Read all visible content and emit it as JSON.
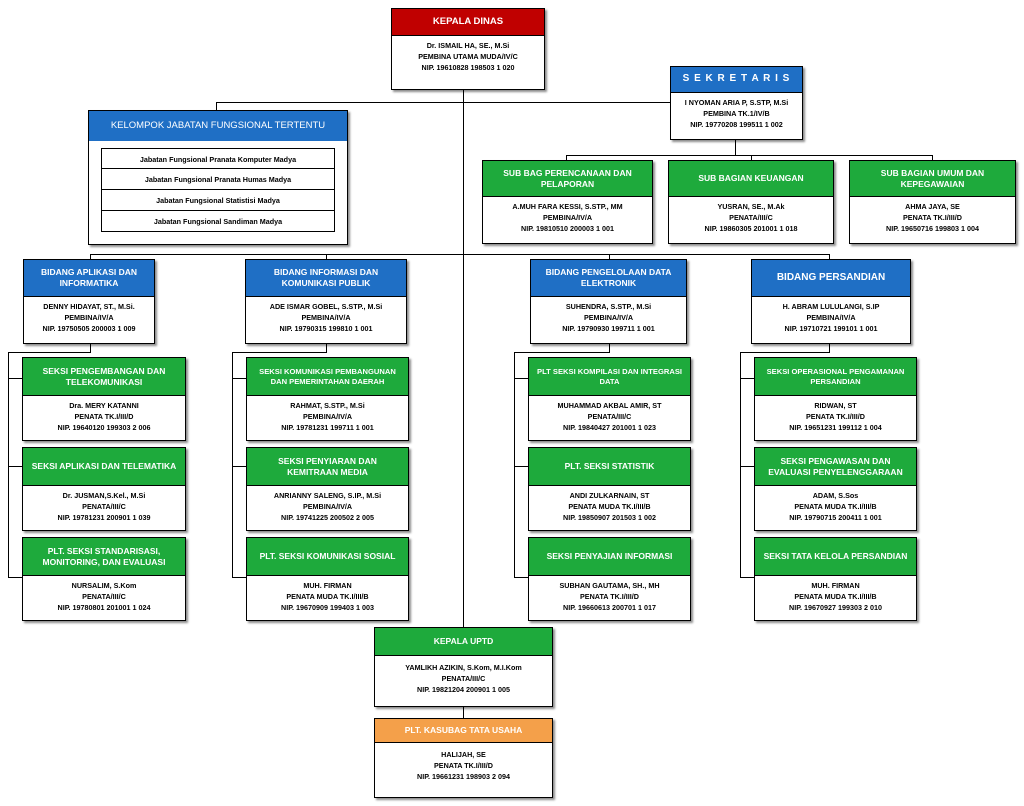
{
  "kepala_dinas": {
    "title": "KEPALA DINAS",
    "name": "Dr. ISMAIL HA, SE., M.Si",
    "rank": "PEMBINA UTAMA MUDA/IV/C",
    "nip": "NIP. 19610828 198503 1 020"
  },
  "sekretaris": {
    "title": "S E K R E T A R I S",
    "name": "I NYOMAN ARIA P, S.STP, M.Si",
    "rank": "PEMBINA TK.1/IV/B",
    "nip": "NIP. 19770208 199511 1 002"
  },
  "fungsional": {
    "title": "KELOMPOK JABATAN FUNGSIONAL TERTENTU",
    "items": [
      "Jabatan Fungsional Pranata Komputer Madya",
      "Jabatan Fungsional Pranata Humas Madya",
      "Jabatan Fungsional Statistisi Madya",
      "Jabatan Fungsional Sandiman Madya"
    ]
  },
  "subbag": [
    {
      "title": "SUB BAG PERENCANAAN DAN PELAPORAN",
      "name": "A.MUH FARA KESSI, S.STP., MM",
      "rank": "PEMBINA/IV/A",
      "nip": "NIP. 19810510 200003 1 001"
    },
    {
      "title": "SUB BAGIAN KEUANGAN",
      "name": "YUSRAN, SE., M.Ak",
      "rank": "PENATA/III/C",
      "nip": "NIP. 19860305 201001 1 018"
    },
    {
      "title": "SUB BAGIAN UMUM DAN KEPEGAWAIAN",
      "name": "AHMA JAYA, SE",
      "rank": "PENATA TK.I/III/D",
      "nip": "NIP. 19650716 199803 1 004"
    }
  ],
  "bidang": [
    {
      "title": "BIDANG APLIKASI DAN INFORMATIKA",
      "name": "DENNY HIDAYAT, ST., M.Si.",
      "rank": "PEMBINA/IV/A",
      "nip": "NIP. 19750505 200003 1 009",
      "seksi": [
        {
          "title": "SEKSI PENGEMBANGAN DAN TELEKOMUNIKASI",
          "name": "Dra. MERY KATANNI",
          "rank": "PENATA TK.I/III/D",
          "nip": "NIP. 19640120 199303 2 006"
        },
        {
          "title": "SEKSI APLIKASI DAN TELEMATIKA",
          "name": "Dr. JUSMAN,S.Kel., M.Si",
          "rank": "PENATA/III/C",
          "nip": "NIP. 19781231 200901 1 039"
        },
        {
          "title": "PLT. SEKSI STANDARISASI, MONITORING, DAN EVALUASI",
          "name": "NURSALIM, S.Kom",
          "rank": "PENATA/III/C",
          "nip": "NIP. 19780801 201001 1 024"
        }
      ]
    },
    {
      "title": "BIDANG INFORMASI DAN KOMUNIKASI PUBLIK",
      "name": "ADE ISMAR GOBEL, S.STP., M.Si",
      "rank": "PEMBINA/IV/A",
      "nip": "NIP. 19790315 199810 1 001",
      "seksi": [
        {
          "title": "SEKSI KOMUNIKASI PEMBANGUNAN DAN PEMERINTAHAN DAERAH",
          "name": "RAHMAT, S.STP., M.Si",
          "rank": "PEMBINA/IV/A",
          "nip": "NIP. 19781231 199711 1 001"
        },
        {
          "title": "SEKSI PENYIARAN DAN KEMITRAAN MEDIA",
          "name": "ANRIANNY SALENG, S.IP., M.Si",
          "rank": "PEMBINA/IV/A",
          "nip": "NIP. 19741225 200502 2 005"
        },
        {
          "title": "PLT. SEKSI KOMUNIKASI SOSIAL",
          "name": "MUH. FIRMAN",
          "rank": "PENATA MUDA TK.I/III/B",
          "nip": "NIP. 19670909 199403 1 003"
        }
      ]
    },
    {
      "title": "BIDANG PENGELOLAAN DATA ELEKTRONIK",
      "name": "SUHENDRA, S.STP., M.Si",
      "rank": "PEMBINA/IV/A",
      "nip": "NIP. 19790930 199711 1 001",
      "seksi": [
        {
          "title": "PLT SEKSI KOMPILASI DAN INTEGRASI DATA",
          "name": "MUHAMMAD AKBAL AMIR, ST",
          "rank": "PENATA/III/C",
          "nip": "NIP. 19840427 201001 1 023"
        },
        {
          "title": "PLT. SEKSI STATISTIK",
          "name": "ANDI ZULKARNAIN, ST",
          "rank": "PENATA MUDA TK.I/III/B",
          "nip": "NIP. 19850907 201503 1 002"
        },
        {
          "title": "SEKSI PENYAJIAN INFORMASI",
          "name": "SUBHAN GAUTAMA, SH., MH",
          "rank": "PENATA TK.I/III/D",
          "nip": "NIP. 19660613 200701 1 017"
        }
      ]
    },
    {
      "title": "BIDANG PERSANDIAN",
      "name": "H. ABRAM LULULANGI, S.IP",
      "rank": "PEMBINA/IV/A",
      "nip": "NIP. 19710721 199101 1 001",
      "seksi": [
        {
          "title": "SEKSI OPERASIONAL PENGAMANAN PERSANDIAN",
          "name": "RIDWAN, ST",
          "rank": "PENATA TK.I/III/D",
          "nip": "NIP. 19651231 199112 1 004"
        },
        {
          "title": "SEKSI PENGAWASAN DAN EVALUASI PENYELENGGARAAN",
          "name": "ADAM, S.Sos",
          "rank": "PENATA MUDA TK.I/III/B",
          "nip": "NIP. 19790715 200411 1 001"
        },
        {
          "title": "SEKSI TATA KELOLA PERSANDIAN",
          "name": "MUH. FIRMAN",
          "rank": "PENATA MUDA TK.I/III/B",
          "nip": "NIP. 19670927 199303 2 010"
        }
      ]
    }
  ],
  "kepala_uptd": {
    "title": "KEPALA UPTD",
    "name": "YAMLIKH AZIKIN, S.Kom, M.I.Kom",
    "rank": "PENATA/III/C",
    "nip": "NIP. 19821204 200901 1 005"
  },
  "kasubag_tu": {
    "title": "PLT. KASUBAG TATA USAHA",
    "name": "HALIJAH, SE",
    "rank": "PENATA TK.I/III/D",
    "nip": "NIP. 19661231 198903 2 094"
  }
}
